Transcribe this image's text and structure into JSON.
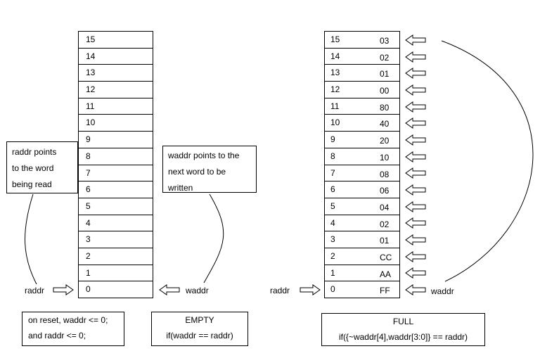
{
  "rows": [
    "15",
    "14",
    "13",
    "12",
    "11",
    "10",
    "9",
    "8",
    "7",
    "6",
    "5",
    "4",
    "3",
    "2",
    "1",
    "0"
  ],
  "full_values": [
    "03",
    "02",
    "01",
    "00",
    "80",
    "40",
    "20",
    "10",
    "08",
    "06",
    "04",
    "02",
    "01",
    "CC",
    "AA",
    "FF"
  ],
  "labels": {
    "raddr_left": "raddr",
    "waddr_left": "waddr",
    "raddr_right": "raddr",
    "waddr_right": "waddr"
  },
  "notes": {
    "raddr_lines": [
      "raddr points",
      "to the word",
      "being read"
    ],
    "waddr_lines": [
      "waddr points to the",
      "next word to be",
      "written"
    ]
  },
  "reset": [
    "on reset, waddr <= 0;",
    "and raddr <= 0;"
  ],
  "empty": [
    "EMPTY",
    "if(waddr == raddr)"
  ],
  "full": [
    "FULL",
    "if({~waddr[4],waddr[3:0]} == raddr)"
  ]
}
